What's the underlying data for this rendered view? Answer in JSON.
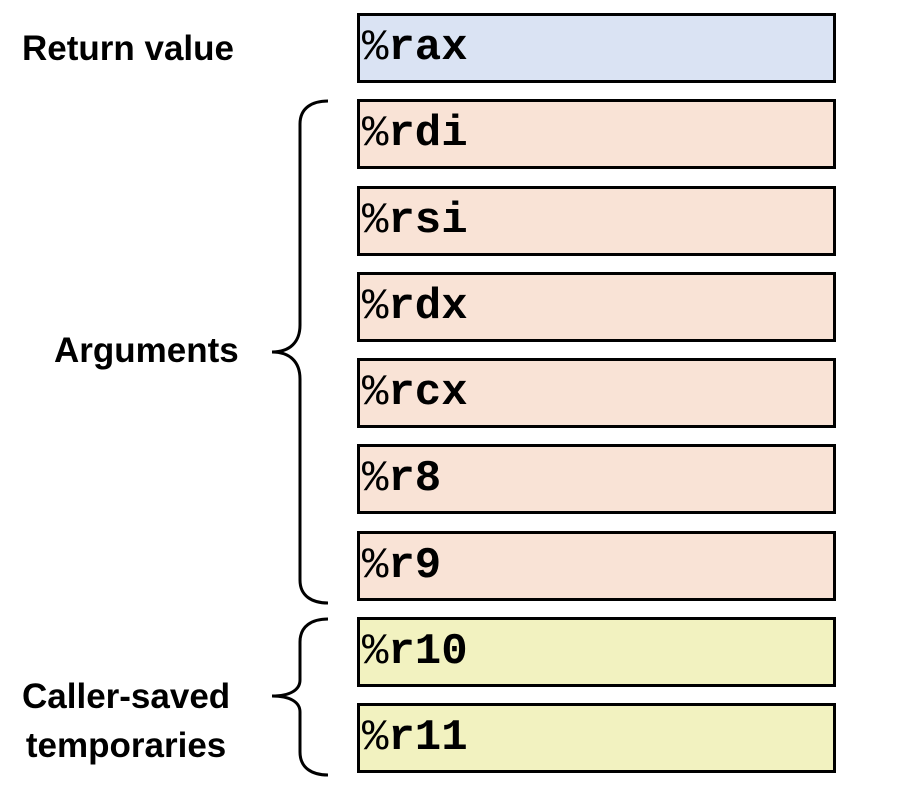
{
  "groups": {
    "return_value": {
      "label": "Return value"
    },
    "arguments": {
      "label": "Arguments"
    },
    "caller_saved": {
      "label_line1": "Caller-saved",
      "label_line2": "temporaries"
    }
  },
  "registers": [
    {
      "prefix": "%",
      "name": "rax",
      "group": "return_value",
      "fill": "#dae3f3"
    },
    {
      "prefix": "%",
      "name": "rdi",
      "group": "arguments",
      "fill": "#f9e3d6"
    },
    {
      "prefix": "%",
      "name": "rsi",
      "group": "arguments",
      "fill": "#f9e3d6"
    },
    {
      "prefix": "%",
      "name": "rdx",
      "group": "arguments",
      "fill": "#f9e3d6"
    },
    {
      "prefix": "%",
      "name": "rcx",
      "group": "arguments",
      "fill": "#f9e3d6"
    },
    {
      "prefix": "%",
      "name": "r8",
      "group": "arguments",
      "fill": "#f9e3d6"
    },
    {
      "prefix": "%",
      "name": "r9",
      "group": "arguments",
      "fill": "#f9e3d6"
    },
    {
      "prefix": "%",
      "name": "r10",
      "group": "caller_saved",
      "fill": "#f2f2c0"
    },
    {
      "prefix": "%",
      "name": "r11",
      "group": "caller_saved",
      "fill": "#f2f2c0"
    }
  ]
}
